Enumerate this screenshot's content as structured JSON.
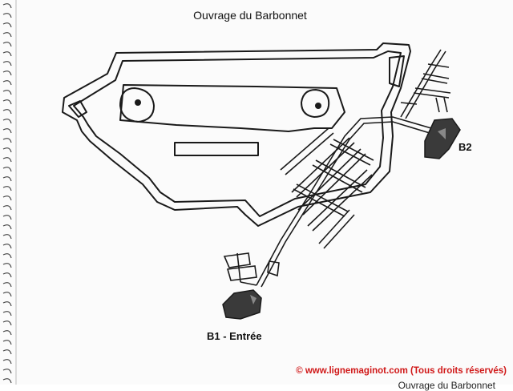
{
  "title": "Ouvrage du Barbonnet",
  "labels": {
    "b1": "B1 - Entrée",
    "b2": "B2"
  },
  "copyright": "© www.lignemaginot.com (Tous droits réservés)",
  "caption_cut": "Ouvrage du Barbonnet",
  "colors": {
    "outline": "#1a1a1a",
    "block_fill": "#3a3a3a",
    "copyright": "#d01818"
  },
  "icons": [
    "spiral-binding-icon"
  ]
}
